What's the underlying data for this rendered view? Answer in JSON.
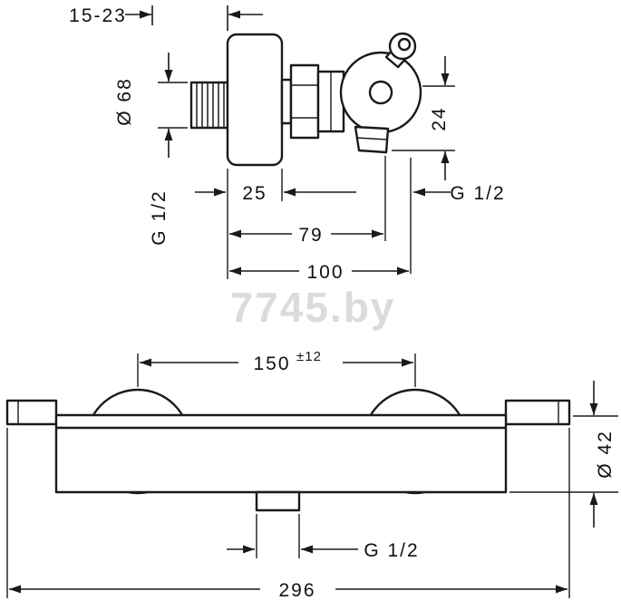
{
  "top": {
    "wall_range": "15-23",
    "escutcheon_dia": "Ø 68",
    "inlet_thread": "G 1/2",
    "depth_25": "25",
    "offset_24": "24",
    "outlet_thread": "G 1/2",
    "depth_79": "79",
    "depth_100": "100"
  },
  "front": {
    "spacing_150": "150",
    "tolerance": "±12",
    "body_dia": "Ø 42",
    "outlet_thread": "G 1/2",
    "width_296": "296"
  },
  "watermark": "7745.by",
  "colors": {
    "line": "#1a1a1a",
    "watermark": "#c4c4c4"
  }
}
